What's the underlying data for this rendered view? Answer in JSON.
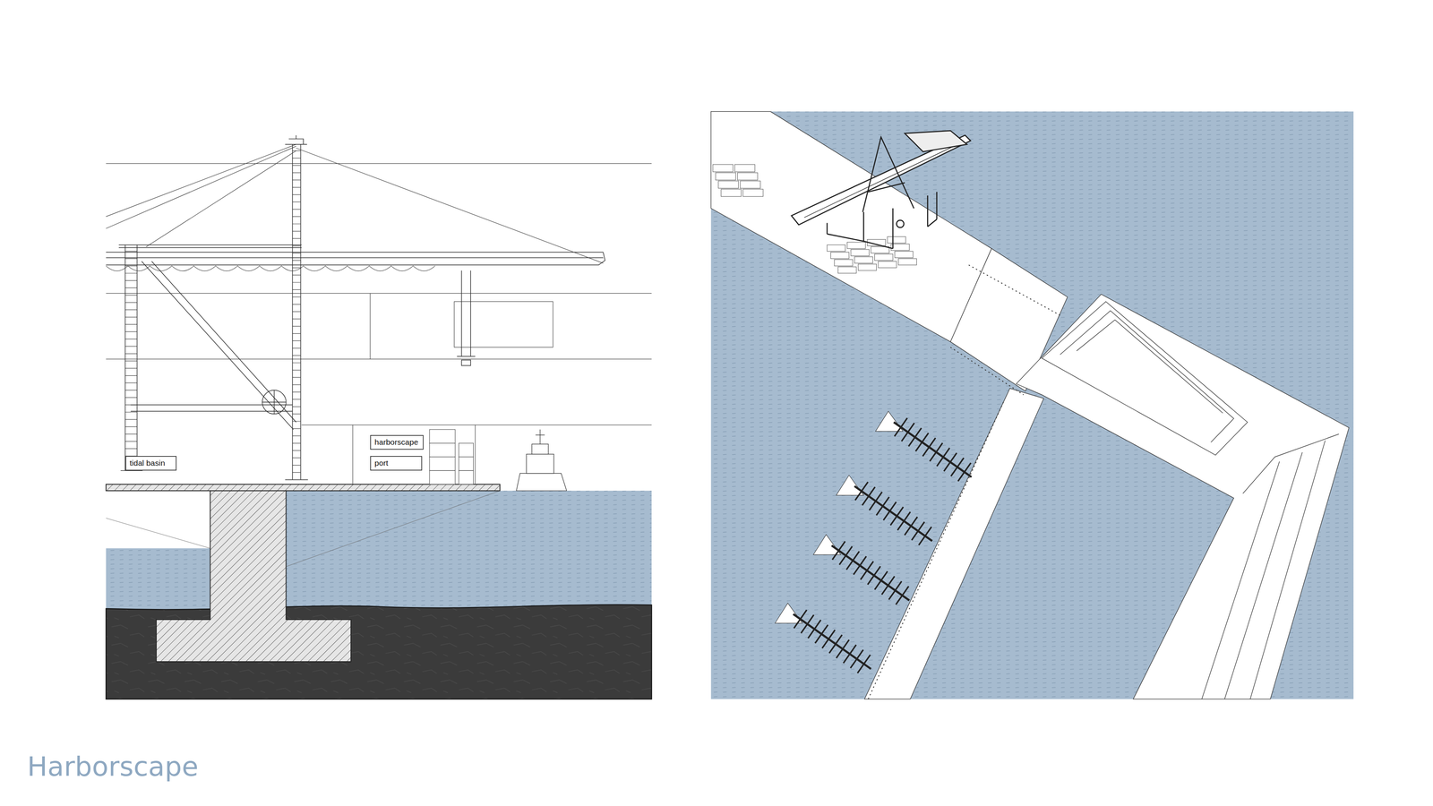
{
  "diagram": {
    "title": "Harborscape",
    "nodes": [
      {
        "text": [
          "tidal basin"
        ]
      },
      {
        "text": [
          "harborscape"
        ]
      },
      {
        "text": [
          "port"
        ]
      }
    ]
  }
}
